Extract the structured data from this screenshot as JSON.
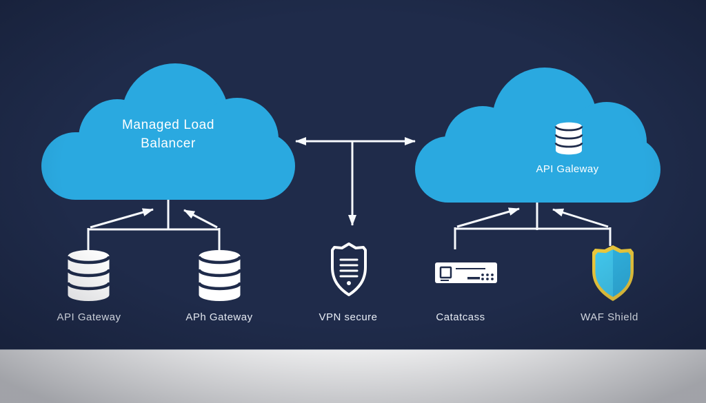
{
  "colors": {
    "background": "#1f2b4a",
    "cloud": "#2aa9e0",
    "line": "#f7fafd",
    "icon": "#ffffff",
    "label": "#e9eef6",
    "cloud_text": "#ffffff",
    "waf_border": "#e9c63b",
    "waf_fill_left": "#40c4ea",
    "waf_fill_right": "#2fafdd",
    "footer": "#ffffff"
  },
  "clouds": {
    "left": {
      "line1": "Managed Load",
      "line2": "Balancer"
    },
    "right": {
      "label": "API Galeway",
      "icon": "database-icon"
    }
  },
  "nodes": [
    {
      "id": "api-gateway-1",
      "label": "API Gateway",
      "icon": "database-icon"
    },
    {
      "id": "api-gateway-2",
      "label": "APh Gateway",
      "icon": "database-icon"
    },
    {
      "id": "vpn-secure",
      "label": "VPN secure",
      "icon": "shield-outline-icon"
    },
    {
      "id": "catatcass",
      "label": "Catatcass",
      "icon": "server-icon"
    },
    {
      "id": "waf-shield",
      "label": "WAF Shield",
      "icon": "waf-shield-icon"
    }
  ]
}
